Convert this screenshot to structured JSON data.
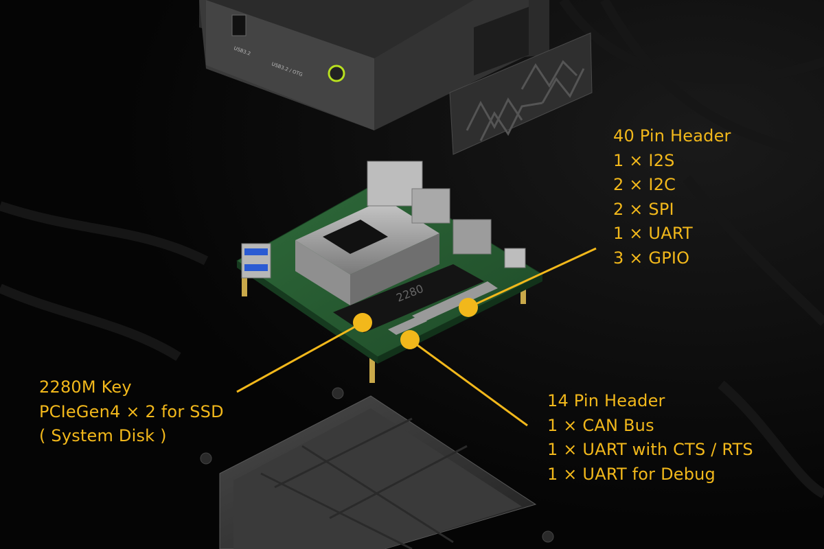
{
  "scene": {
    "background": "#060606",
    "accent_color": "#f2b81b",
    "enclosure_top_labels": {
      "port_usb": "USB3.2",
      "port_otg": "USB3.2 / OTG"
    },
    "ssd_label": "2280"
  },
  "callouts": {
    "pin40": {
      "title": "40 Pin Header",
      "items": [
        "1 × I2S",
        "2 × I2C",
        "2 × SPI",
        "1 × UART",
        "3 × GPIO"
      ]
    },
    "ssd": {
      "lines": [
        "2280M Key",
        "PCIeGen4 × 2 for SSD",
        "( System Disk )"
      ]
    },
    "pin14": {
      "title": "14 Pin Header",
      "items": [
        "1 × CAN Bus",
        "1 × UART with CTS / RTS",
        "1 × UART for Debug"
      ]
    }
  }
}
